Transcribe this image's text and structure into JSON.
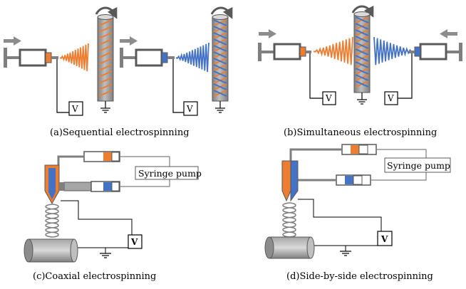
{
  "panels": {
    "a": {
      "caption": "(a)Sequential electrospinning",
      "voltage_label_1": "V",
      "voltage_label_2": "V"
    },
    "b": {
      "caption": "(b)Simultaneous electrospinning",
      "voltage_label_1": "V",
      "voltage_label_2": "V"
    },
    "c": {
      "caption": "(c)Coaxial electrospinning",
      "pump_label": "Syringe pump",
      "voltage_label": "V"
    },
    "d": {
      "caption": "(d)Side-by-side electrospinning",
      "pump_label": "Syringe pump",
      "voltage_label": "V"
    }
  },
  "colors": {
    "orange": "#ed7d31",
    "blue": "#4472c4",
    "gray": "#8c8c8c",
    "dark_gray": "#595959",
    "light_gray": "#bfbfbf"
  }
}
